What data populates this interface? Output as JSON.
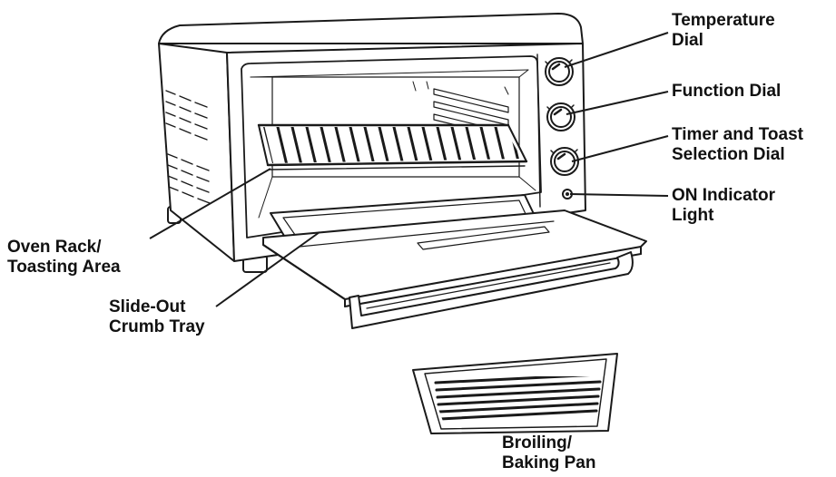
{
  "labels": {
    "temperature_dial": [
      "Temperature",
      "Dial"
    ],
    "function_dial": [
      "Function Dial"
    ],
    "timer_dial": [
      "Timer and Toast",
      "Selection Dial"
    ],
    "on_light": [
      "ON Indicator",
      "Light"
    ],
    "oven_rack": [
      "Oven Rack/",
      "Toasting Area"
    ],
    "crumb_tray": [
      "Slide-Out",
      "Crumb Tray"
    ],
    "broiling_pan": [
      "Broiling/",
      "Baking Pan"
    ]
  },
  "colors": {
    "line": "#1a1a1a",
    "text": "#111111",
    "background": "#ffffff"
  }
}
